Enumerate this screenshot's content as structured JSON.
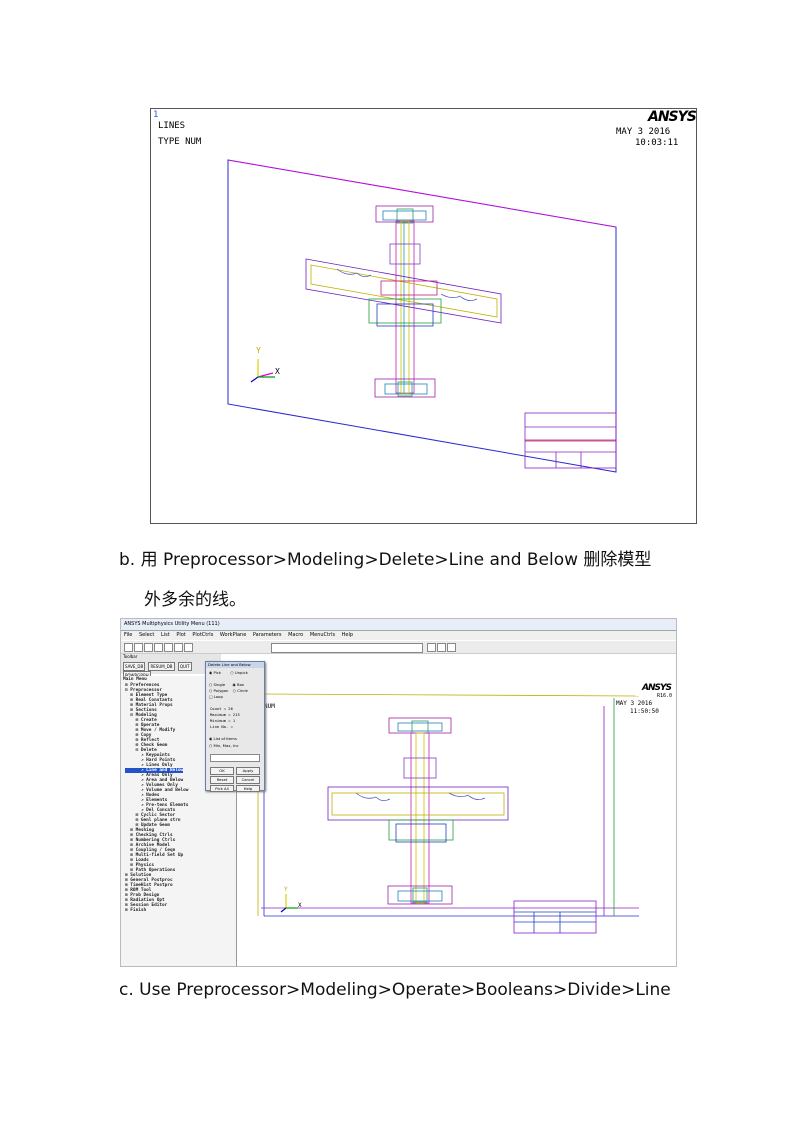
{
  "figure1": {
    "corner_number": "1",
    "plot_label_1": "LINES",
    "plot_label_2": "TYPE NUM",
    "date": "MAY  3 2016",
    "time": "10:03:11",
    "logo": "ANSYS",
    "axis_y": "Y",
    "axis_x": "X"
  },
  "caption_b_line1": "b. 用 Preprocessor>Modeling>Delete>Line   and Below 删除模型",
  "caption_b_line2": "外多余的线。",
  "figure2": {
    "window_title": "ANSYS Multiphysics Utility Menu (111)",
    "menu": [
      "File",
      "Select",
      "List",
      "Plot",
      "PlotCtrls",
      "WorkPlane",
      "Parameters",
      "Macro",
      "MenuCtrls",
      "Help"
    ],
    "toolbar_label": "Toolbar",
    "toolbar_buttons": [
      "SAVE_DB",
      "RESUM_DB",
      "QUIT",
      "POWRGRPH"
    ],
    "main_menu_title": "Main Menu",
    "tree": [
      "⊞ Preferences",
      "⊟ Preprocessor",
      "  ⊞ Element Type",
      "  ⊞ Real Constants",
      "  ⊞ Material Props",
      "  ⊞ Sections",
      "  ⊟ Modeling",
      "    ⊞ Create",
      "    ⊞ Operate",
      "    ⊞ Move / Modify",
      "    ⊞ Copy",
      "    ⊞ Reflect",
      "    ⊞ Check Geom",
      "    ⊟ Delete",
      "      ↗ Keypoints",
      "      ↗ Hard Points",
      "      ↗ Lines Only",
      "      ↗ Line and Below",
      "      ↗ Areas Only",
      "      ↗ Area and Below",
      "      ↗ Volumes Only",
      "      ↗ Volume and Below",
      "      ↗ Nodes",
      "      ↗ Elements",
      "      ↗ Pre-tens Elemnts",
      "      ↗ Del Concats",
      "    ⊞ Cyclic Sector",
      "    ⊞ Genl plane strn",
      "    ⊞ Update Geom",
      "  ⊞ Meshing",
      "  ⊞ Checking Ctrls",
      "  ⊞ Numbering Ctrls",
      "  ⊞ Archive Model",
      "  ⊞ Coupling / Ceqn",
      "  ⊞ Multi-field Set Up",
      "  ⊞ Loads",
      "  ⊞ Physics",
      "  ⊞ Path Operations",
      "⊞ Solution",
      "⊞ General Postproc",
      "⊞ TimeHist Postpro",
      "⊞ ROM Tool",
      "⊞ Prob Design",
      "⊞ Radiation Opt",
      "⊞ Session Editor",
      "⊞ Finish"
    ],
    "dialog": {
      "title": "Delete Line and Below",
      "pick": "Pick",
      "unpick": "Unpick",
      "single": "Single",
      "box": "Box",
      "polygon": "Polygon",
      "circle": "Circle",
      "loop": "Loop",
      "count": "Count    =  26",
      "maximum": "Maximum  =  213",
      "minimum": "Minimum  =  1",
      "line_no": "Line No. =",
      "list_items": "List of Items",
      "min_max_inc": "Min, Max, Inc",
      "ok": "OK",
      "apply": "Apply",
      "reset": "Reset",
      "cancel": "Cancel",
      "pick_all": "Pick All",
      "help": "Help"
    },
    "graph_label": "NUM",
    "logo": "ANSYS",
    "version": "R16.0",
    "date": "MAY  3 2016",
    "time": "11:50:50",
    "axis_y": "Y",
    "axis_x": "X"
  },
  "caption_c": "c.  Use  Preprocessor>Modeling>Operate>Booleans>Divide>Line"
}
